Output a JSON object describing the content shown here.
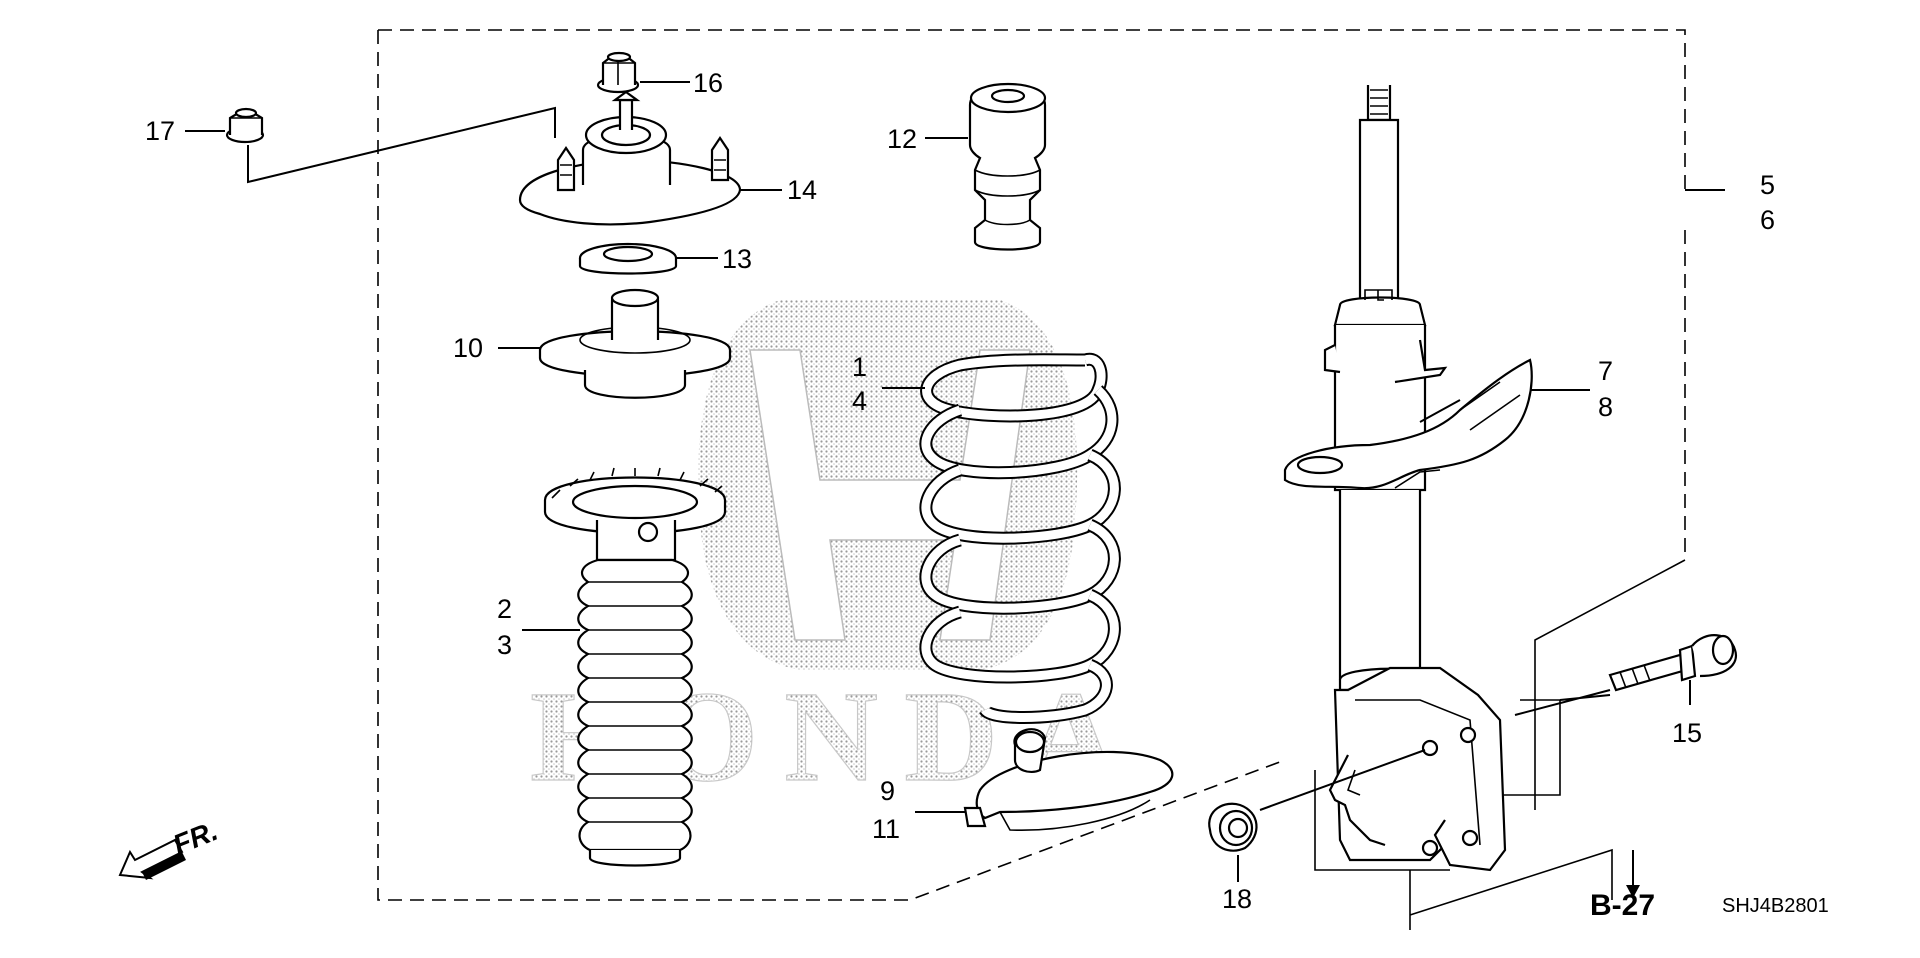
{
  "diagram": {
    "code": "SHJ4B2801",
    "section_ref": "B-27",
    "direction_label": "FR.",
    "watermark_text": "HONDA",
    "labels": {
      "l1": "1",
      "l2": "2",
      "l3": "3",
      "l4": "4",
      "l5": "5",
      "l6": "6",
      "l7": "7",
      "l8": "8",
      "l9": "9",
      "l10": "10",
      "l11": "11",
      "l12": "12",
      "l13": "13",
      "l14": "14",
      "l15": "15",
      "l16": "16",
      "l17": "17",
      "l18": "18"
    },
    "parts": [
      {
        "key": "coil-spring",
        "labels": [
          "1",
          "4"
        ]
      },
      {
        "key": "dust-boot-bump-stop",
        "labels": [
          "2",
          "3"
        ]
      },
      {
        "key": "strut-assembly",
        "labels": [
          "5",
          "6"
        ]
      },
      {
        "key": "bracket",
        "labels": [
          "7",
          "8"
        ]
      },
      {
        "key": "lower-spring-seat",
        "labels": [
          "9",
          "11"
        ]
      },
      {
        "key": "upper-spring-seat",
        "labels": [
          "10"
        ]
      },
      {
        "key": "bump-rubber",
        "labels": [
          "12"
        ]
      },
      {
        "key": "bearing",
        "labels": [
          "13"
        ]
      },
      {
        "key": "strut-mount",
        "labels": [
          "14"
        ]
      },
      {
        "key": "flange-bolt",
        "labels": [
          "15"
        ]
      },
      {
        "key": "self-locking-nut",
        "labels": [
          "16"
        ]
      },
      {
        "key": "flange-nut-upper",
        "labels": [
          "17"
        ]
      },
      {
        "key": "flange-nut-lower",
        "labels": [
          "18"
        ]
      }
    ]
  }
}
